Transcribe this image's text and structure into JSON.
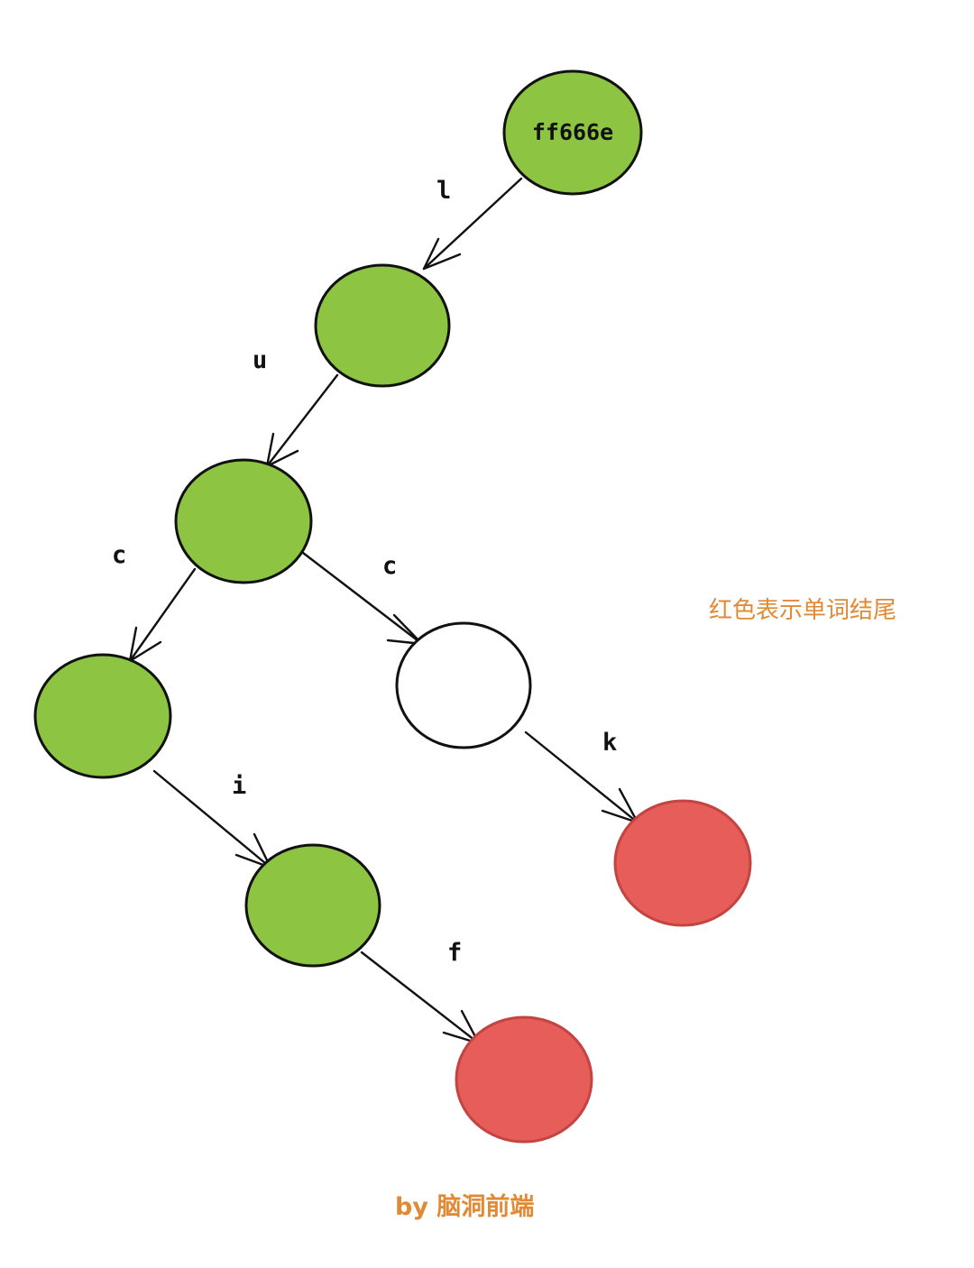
{
  "root": {
    "label": "ff666e"
  },
  "edges": {
    "root_to_n1": "l",
    "n1_to_n2": "u",
    "n2_to_n3": "c",
    "n2_to_n4": "c",
    "n4_to_n5": "k",
    "n3_to_n6": "i",
    "n6_to_n7": "f"
  },
  "node_states": {
    "root": "green",
    "n1": "green",
    "n2": "green",
    "n3": "green",
    "n4": "white",
    "n5": "red",
    "n6": "green",
    "n7": "red"
  },
  "colors": {
    "green": "#8dc441",
    "red": "#e65d59",
    "white": "#ffffff",
    "accent_text": "#e08a35"
  },
  "legend": {
    "text": "红色表示单词结尾"
  },
  "credit": {
    "text": "by  脑洞前端"
  }
}
